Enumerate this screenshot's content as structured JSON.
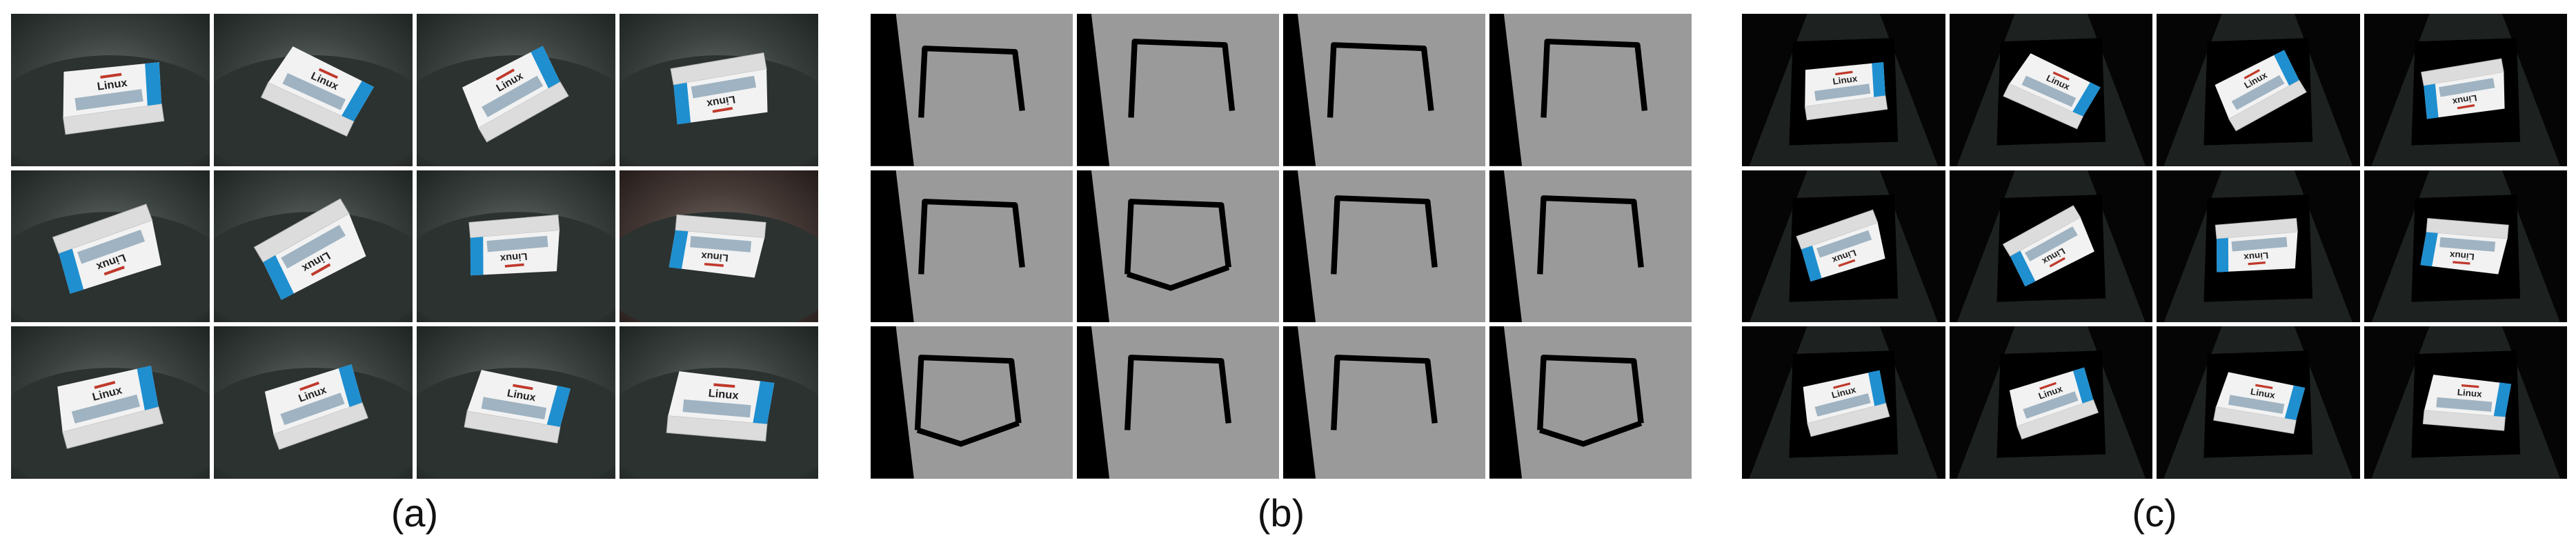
{
  "figure": {
    "panels": [
      {
        "id": "a",
        "caption": "(a)",
        "kind": "photo",
        "cells": 12,
        "book_text": "Linux"
      },
      {
        "id": "b",
        "caption": "(b)",
        "kind": "depth",
        "cells": 12
      },
      {
        "id": "c",
        "caption": "(c)",
        "kind": "masked",
        "cells": 12,
        "book_text": "Linux"
      }
    ]
  },
  "colors": {
    "background": "#ffffff",
    "depth_gray": "#9a9a9a",
    "depth_edge": "#000000",
    "book_blue": "#1f8fd0",
    "book_white": "#f2f2f2",
    "table_dark": "#2b3230"
  }
}
